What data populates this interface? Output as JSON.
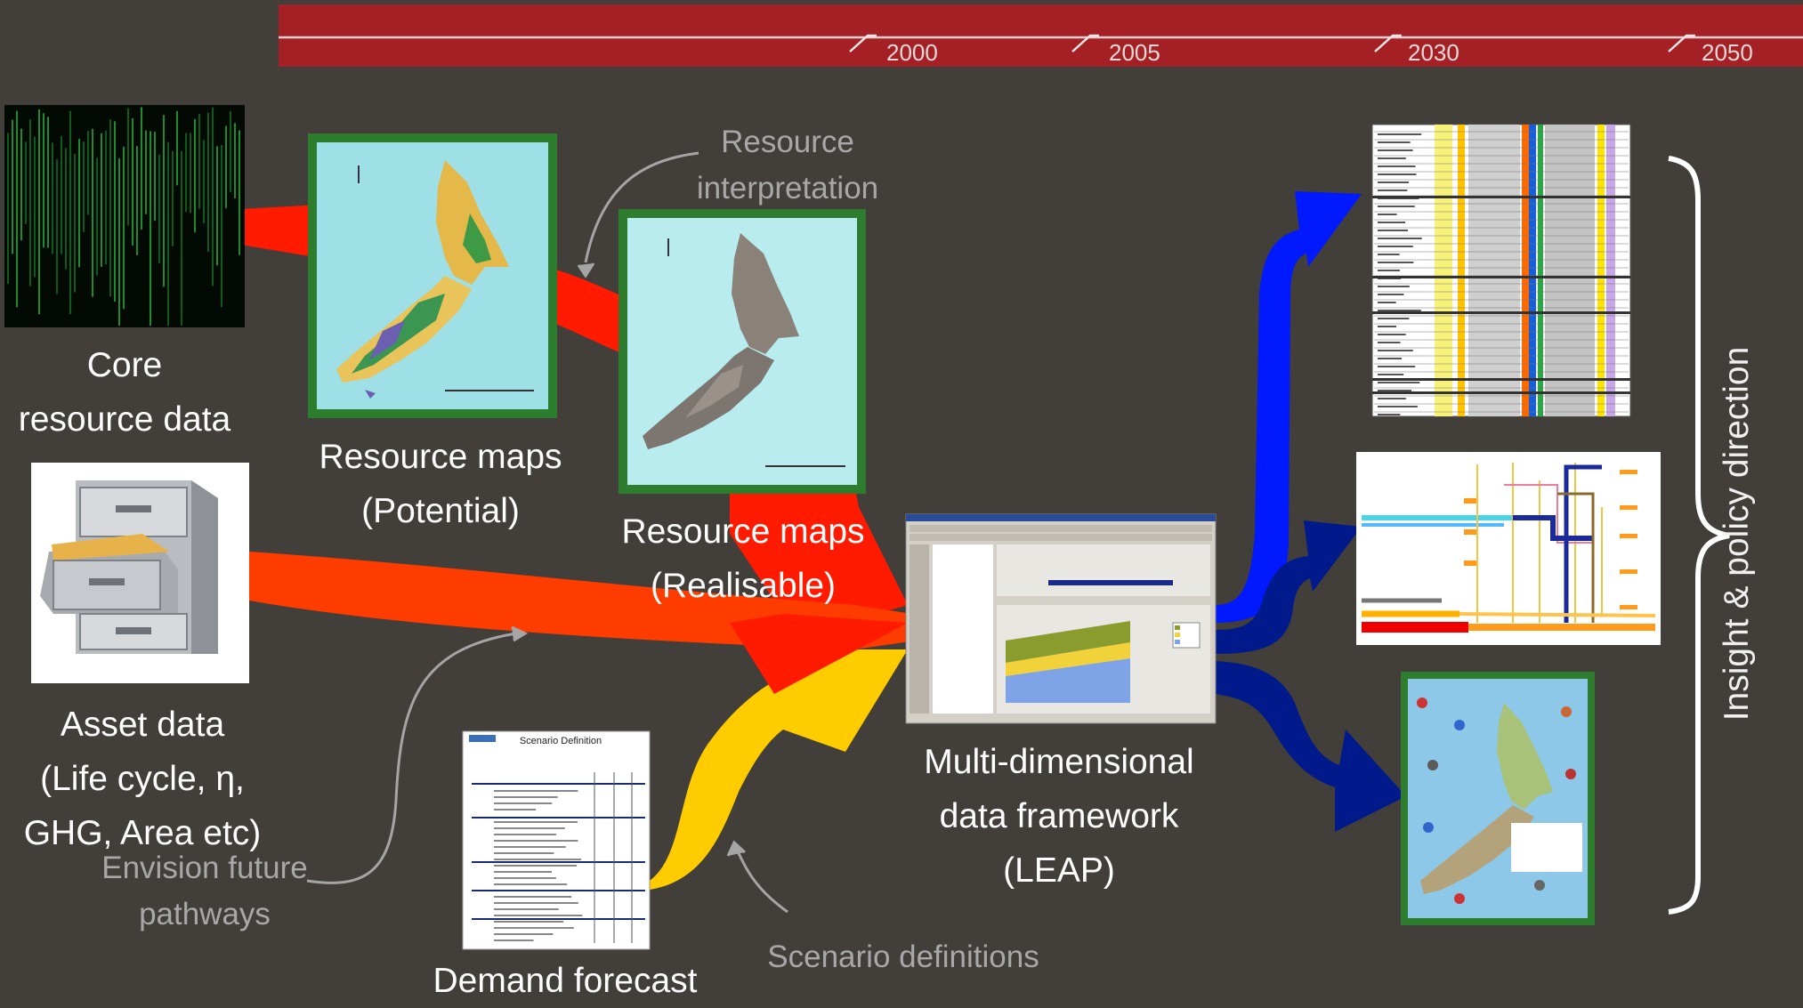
{
  "timeline": {
    "years": [
      "2000",
      "2005",
      "2030",
      "2050"
    ],
    "bar_color": "#a52025"
  },
  "nodes": {
    "core": {
      "line1": "Core",
      "line2": "resource data"
    },
    "maps_potential": {
      "line1": "Resource maps",
      "line2": "(Potential)"
    },
    "maps_realisable": {
      "line1": "Resource maps",
      "line2": "(Realisable)"
    },
    "assets": {
      "line1": "Asset data",
      "line2": "(Life cycle, η,",
      "line3": "GHG, Area etc)"
    },
    "demand": {
      "line1": "Demand forecast"
    },
    "leap": {
      "line1": "Multi-dimensional",
      "line2": "data framework",
      "line3": "(LEAP)"
    },
    "scenario_doc_title": "Scenario Definition"
  },
  "annotations": {
    "resource_interp": {
      "line1": "Resource",
      "line2": "interpretation"
    },
    "envision": {
      "line1": "Envision future",
      "line2": "pathways"
    },
    "scenario_defs": "Scenario definitions"
  },
  "side_label": "Insight & policy direction",
  "colors": {
    "background": "#423e39",
    "flow_red": "#ff1a00",
    "flow_orange": "#ff3c00",
    "flow_yellow": "#ffcc00",
    "flow_blue": "#0019ff",
    "flow_navy": "#001a8c",
    "map_frame": "#2e7d2e"
  }
}
